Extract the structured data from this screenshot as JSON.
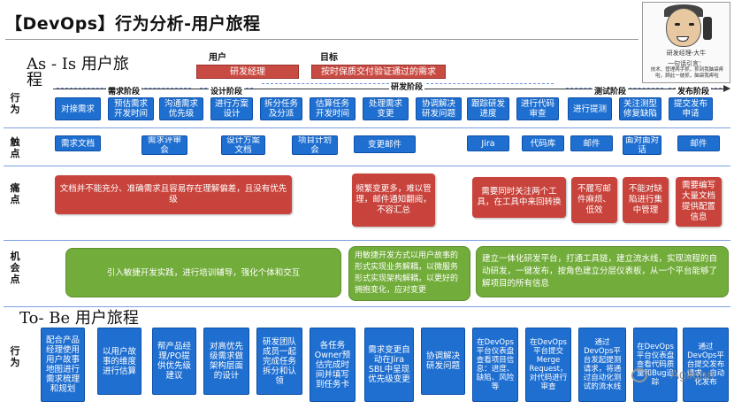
{
  "title": "【DevOps】行为分析-用户旅程",
  "as_is": {
    "heading_line1": "As - Is 用户旅",
    "heading_line2": "程",
    "user_label": "用户",
    "goal_label": "目标",
    "user_value": "研发经理",
    "goal_value": "按时保质交付验证通过的需求",
    "stages": [
      "需求阶段",
      "设计阶段",
      "研发阶段",
      "测试阶段",
      "发布阶段"
    ],
    "rows": {
      "actions_label": "行为",
      "touchpoints_label": "触点",
      "pain_label": "痛点",
      "opportunity_label": "机会点"
    },
    "actions": [
      "对接需求",
      "预估需求开发时间",
      "沟通需求优先级",
      "进行方案设计",
      "拆分任务及分派",
      "估算任务开发时间",
      "处理需求变更",
      "协调解决研发问题",
      "跟踪研发进度",
      "进行代码审查",
      "进行提测",
      "关注测型修复缺陷",
      "提交发布申请"
    ],
    "touchpoints": [
      "需求文档",
      "需求评审会",
      "设计方案文档",
      "项目计划会",
      "变更邮件",
      "Jira",
      "代码库",
      "邮件",
      "面对面对话",
      "邮件"
    ],
    "pain_points": [
      "文档并不能充分、准确需求且容易存在理解偏差，且没有优先级",
      "频繁变更多，难以管理，邮件通知翻阅，不容汇总",
      "需要同时关注两个工具，在工具中来回转换",
      "不履写邮件麻烦、低效",
      "不能对缺陷进行集中管理",
      "需要编写大量文档提供配置信息"
    ],
    "opportunities": [
      "引入敏捷开发实践，进行培训辅导，强化个体和交互",
      "用敏捷开发方式以用户故事的形式实现业务解耦，以微服务形式实现架构解耦，以更好的拥抱变化，应对变更",
      "建立一体化研发平台，打通工具链，建立流水线，实现流程的自动研发，一键发布，按角色建立分层仪表板，从一个平台能够了解项目的所有信息"
    ]
  },
  "to_be": {
    "heading": "To- Be 用户旅程",
    "actions_label": "行为",
    "actions": [
      "配合产品经理使用用户故事地图进行需求梳理和规划",
      "以用户故事的维度进行估算",
      "帮产品经理/PO提供优先级建议",
      "对高优先级需求做架构层面的设计",
      "研发团队成员一起完成任务拆分和认领",
      "各任务Owner预估完成时间并填写到任务卡",
      "需求变更自动在Jira SBL中呈现优先级变更",
      "协调解决研发问题",
      "在DevOps平台仪表盘查看项目信息：进度、缺陷、风险等",
      "在DevOps平台提交Merge Request，对代码进行审查",
      "通过DevOps平台发起提测请求，将通过自动化测试的流水线",
      "在DevOps平台仪表盘查看代码质量和Bug追踪",
      "通过DevOps平台提交发布请求，自动化发布"
    ]
  },
  "portrait": {
    "caption": "研发经理-大牛",
    "quote_title": "一句话引言：",
    "quote": "技术、管理两手抓，抓到我脑袋疼啦，顾此一彼抓，脑袋我疼啦"
  },
  "watermark": "Agilean",
  "colors": {
    "action_blue": "#1f6fd1",
    "pain_red": "#c8433b",
    "opportunity_green": "#72ac3a",
    "role_red": "#c84b43"
  }
}
